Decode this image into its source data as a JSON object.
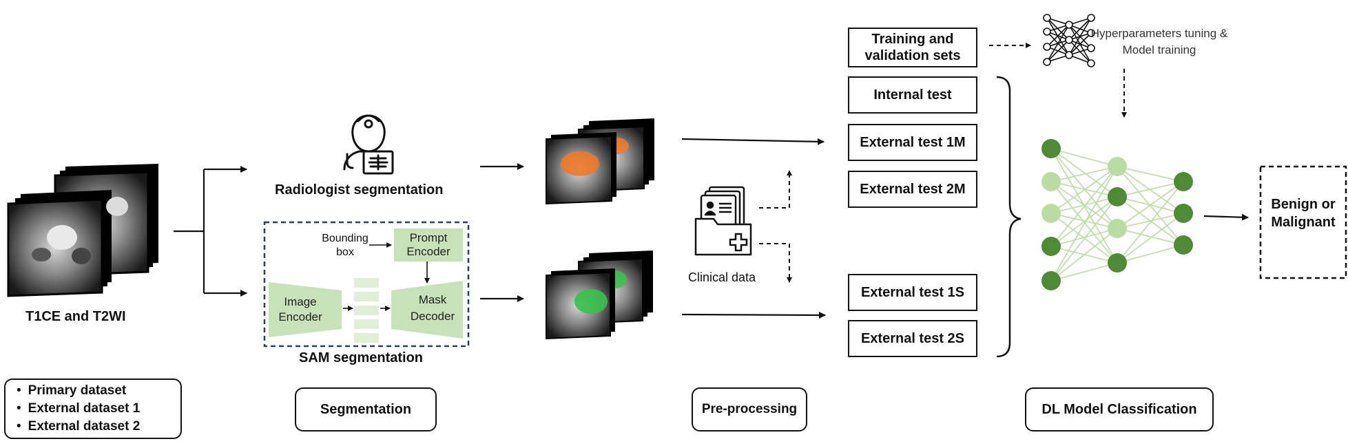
{
  "input": {
    "label": "T1CE and T2WI",
    "datasets": [
      "Primary dataset",
      "External dataset 1",
      "External dataset 2"
    ]
  },
  "segmentation": {
    "radiologist_label": "Radiologist segmentation",
    "sam_label": "SAM segmentation",
    "bounding_box": "Bounding box",
    "prompt_encoder": "Prompt Encoder",
    "image_encoder": "Image Encoder",
    "mask_decoder": "Mask Decoder",
    "stage_label": "Segmentation"
  },
  "preprocessing": {
    "clinical_data": "Clinical data",
    "stage_label": "Pre-processing"
  },
  "sets": {
    "training": "Training and validation sets",
    "internal": "Internal test",
    "ext1m": "External test 1M",
    "ext2m": "External test 2M",
    "ext1s": "External test 1S",
    "ext2s": "External test 2S"
  },
  "model": {
    "tuning": "Hyperparameters tuning & Model training",
    "output": "Benign or Malignant",
    "stage_label": "DL Model Classification"
  },
  "colors": {
    "accent_green": "#c8e2b8",
    "node_dark": "#4f8a34",
    "node_light": "#b9dca3",
    "orange_mask": "#f07a2a",
    "green_mask": "#36c24a",
    "dashed_border": "#2b3f5c"
  }
}
